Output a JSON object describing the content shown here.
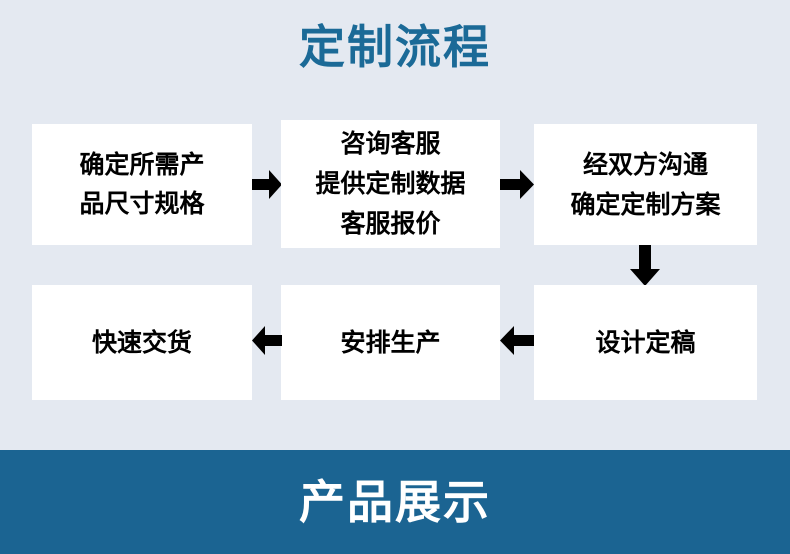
{
  "theme": {
    "background": "#e4e9f1",
    "accent_blue": "#1b6a97",
    "banner_blue": "#1b6492",
    "box_fill": "#ffffff",
    "text_black": "#000000",
    "text_white": "#ffffff"
  },
  "title": "定制流程",
  "flow": {
    "steps": [
      {
        "id": "step-1",
        "lines": [
          "确定所需产",
          "品尺寸规格"
        ],
        "full_text": "确定所需产品尺寸规格"
      },
      {
        "id": "step-2",
        "lines": [
          "咨询客服",
          "提供定制数据",
          "客服报价"
        ],
        "full_text": "咨询客服 提供定制数据 客服报价"
      },
      {
        "id": "step-3",
        "lines": [
          "经双方沟通",
          "确定定制方案"
        ],
        "full_text": "经双方沟通确定定制方案"
      },
      {
        "id": "step-4",
        "lines": [
          "设计定稿"
        ],
        "full_text": "设计定稿"
      },
      {
        "id": "step-5",
        "lines": [
          "安排生产"
        ],
        "full_text": "安排生产"
      },
      {
        "id": "step-6",
        "lines": [
          "快速交货"
        ],
        "full_text": "快速交货"
      }
    ],
    "connectors": [
      {
        "id": "connector-1",
        "icon": "arrow-right-icon",
        "from": "step-1",
        "to": "step-2"
      },
      {
        "id": "connector-2",
        "icon": "arrow-right-icon",
        "from": "step-2",
        "to": "step-3"
      },
      {
        "id": "connector-3",
        "icon": "arrow-down-icon",
        "from": "step-3",
        "to": "step-4"
      },
      {
        "id": "connector-4",
        "icon": "arrow-left-icon",
        "from": "step-4",
        "to": "step-5"
      },
      {
        "id": "connector-5",
        "icon": "arrow-left-icon",
        "from": "step-5",
        "to": "step-6"
      }
    ]
  },
  "banner": {
    "text": "产品展示"
  }
}
